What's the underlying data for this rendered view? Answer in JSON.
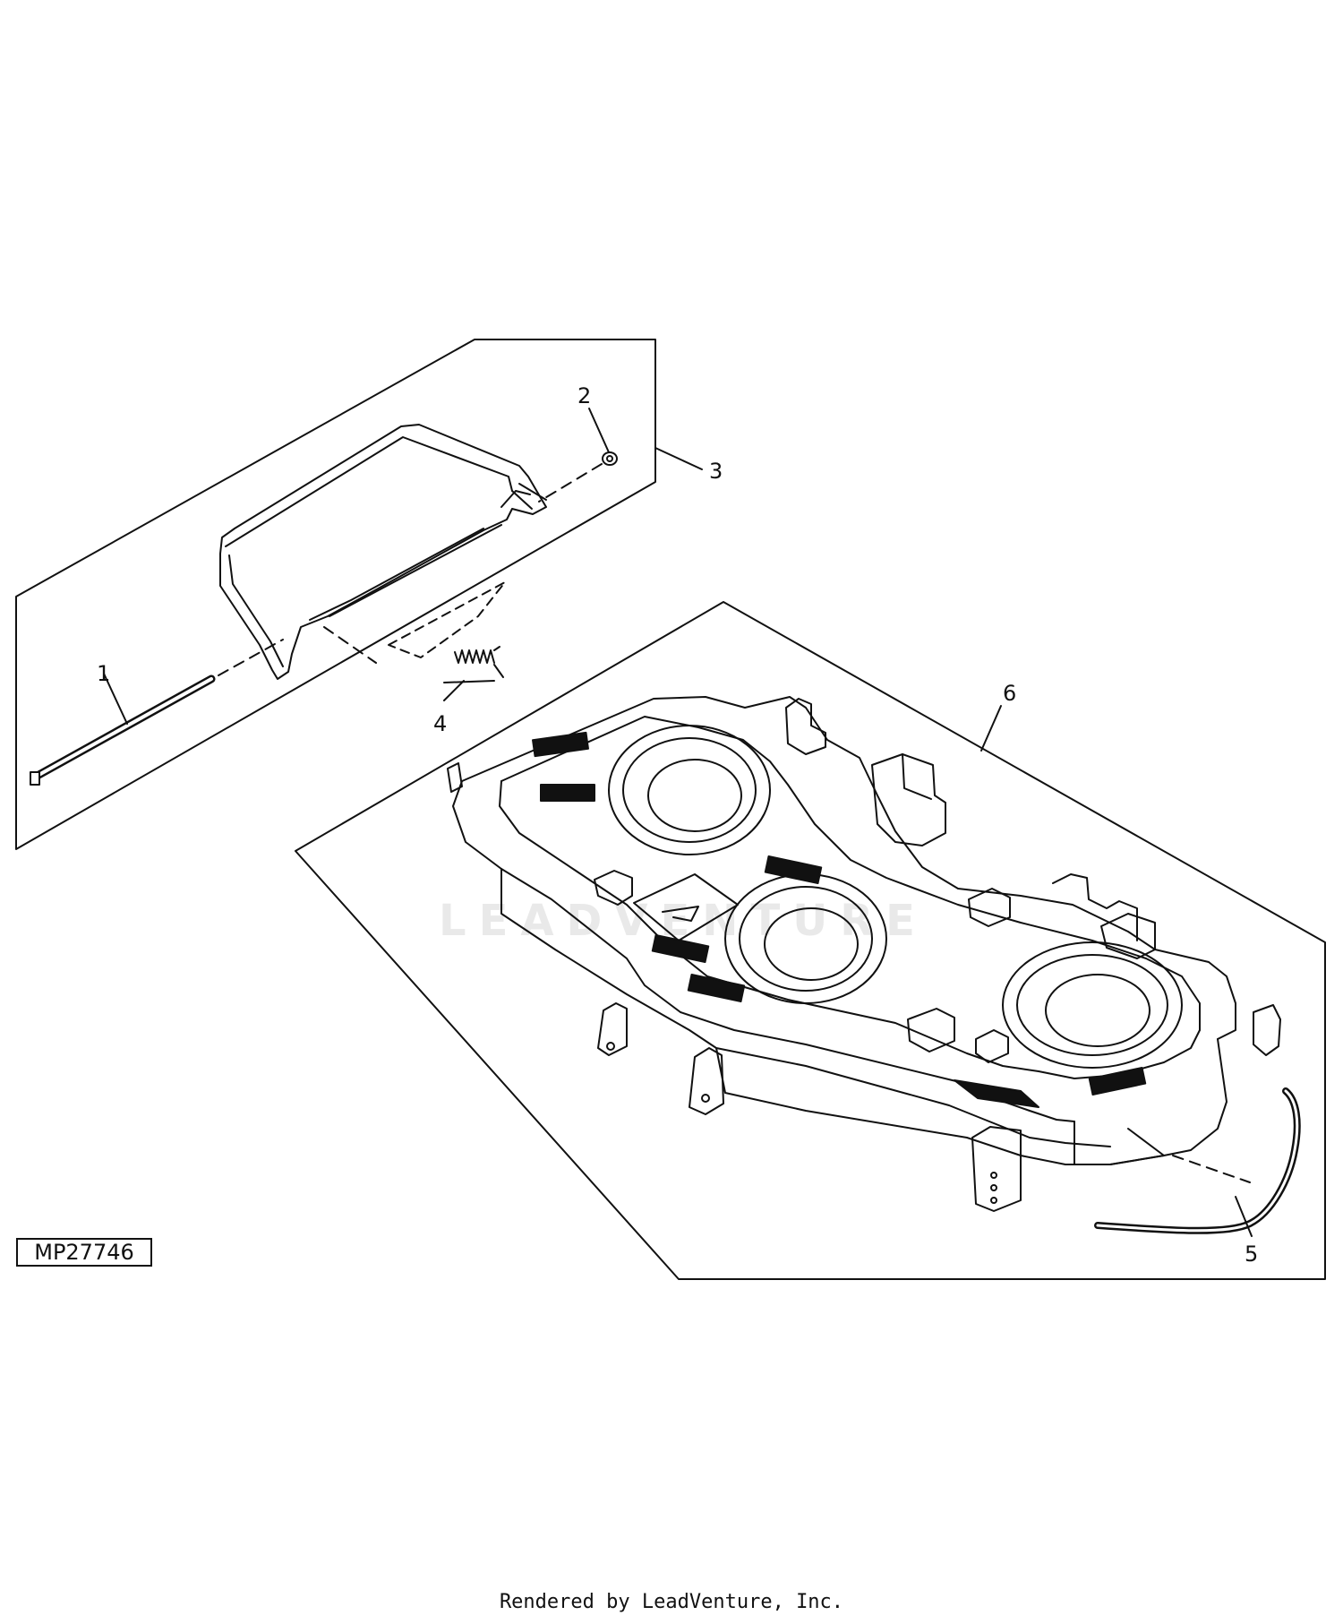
{
  "callouts": [
    {
      "id": "1",
      "label": "1"
    },
    {
      "id": "2",
      "label": "2"
    },
    {
      "id": "3",
      "label": "3"
    },
    {
      "id": "4",
      "label": "4"
    },
    {
      "id": "5",
      "label": "5"
    },
    {
      "id": "6",
      "label": "6"
    }
  ],
  "figure_id": "MP27746",
  "watermark": "LEADVENTURE",
  "footer": "Rendered by LeadVenture, Inc.",
  "colors": {
    "line": "#111111",
    "background": "#ffffff",
    "watermark": "#e9e9e9"
  }
}
